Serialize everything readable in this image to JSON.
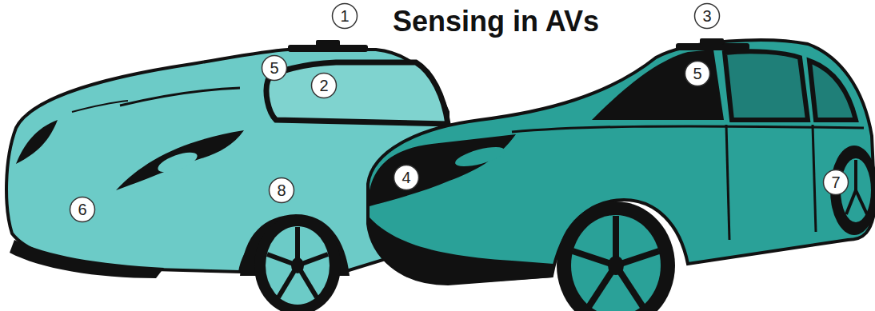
{
  "diagram": {
    "title": "Sensing in AVs",
    "nodes": [
      {
        "text": [
          "1"
        ]
      },
      {
        "text": [
          "3"
        ]
      },
      {
        "text": [
          "5"
        ]
      },
      {
        "text": [
          "5"
        ]
      },
      {
        "text": [
          "2"
        ]
      },
      {
        "text": [
          "4"
        ]
      },
      {
        "text": [
          "7"
        ]
      },
      {
        "text": [
          "8"
        ]
      },
      {
        "text": [
          "6"
        ]
      }
    ]
  }
}
